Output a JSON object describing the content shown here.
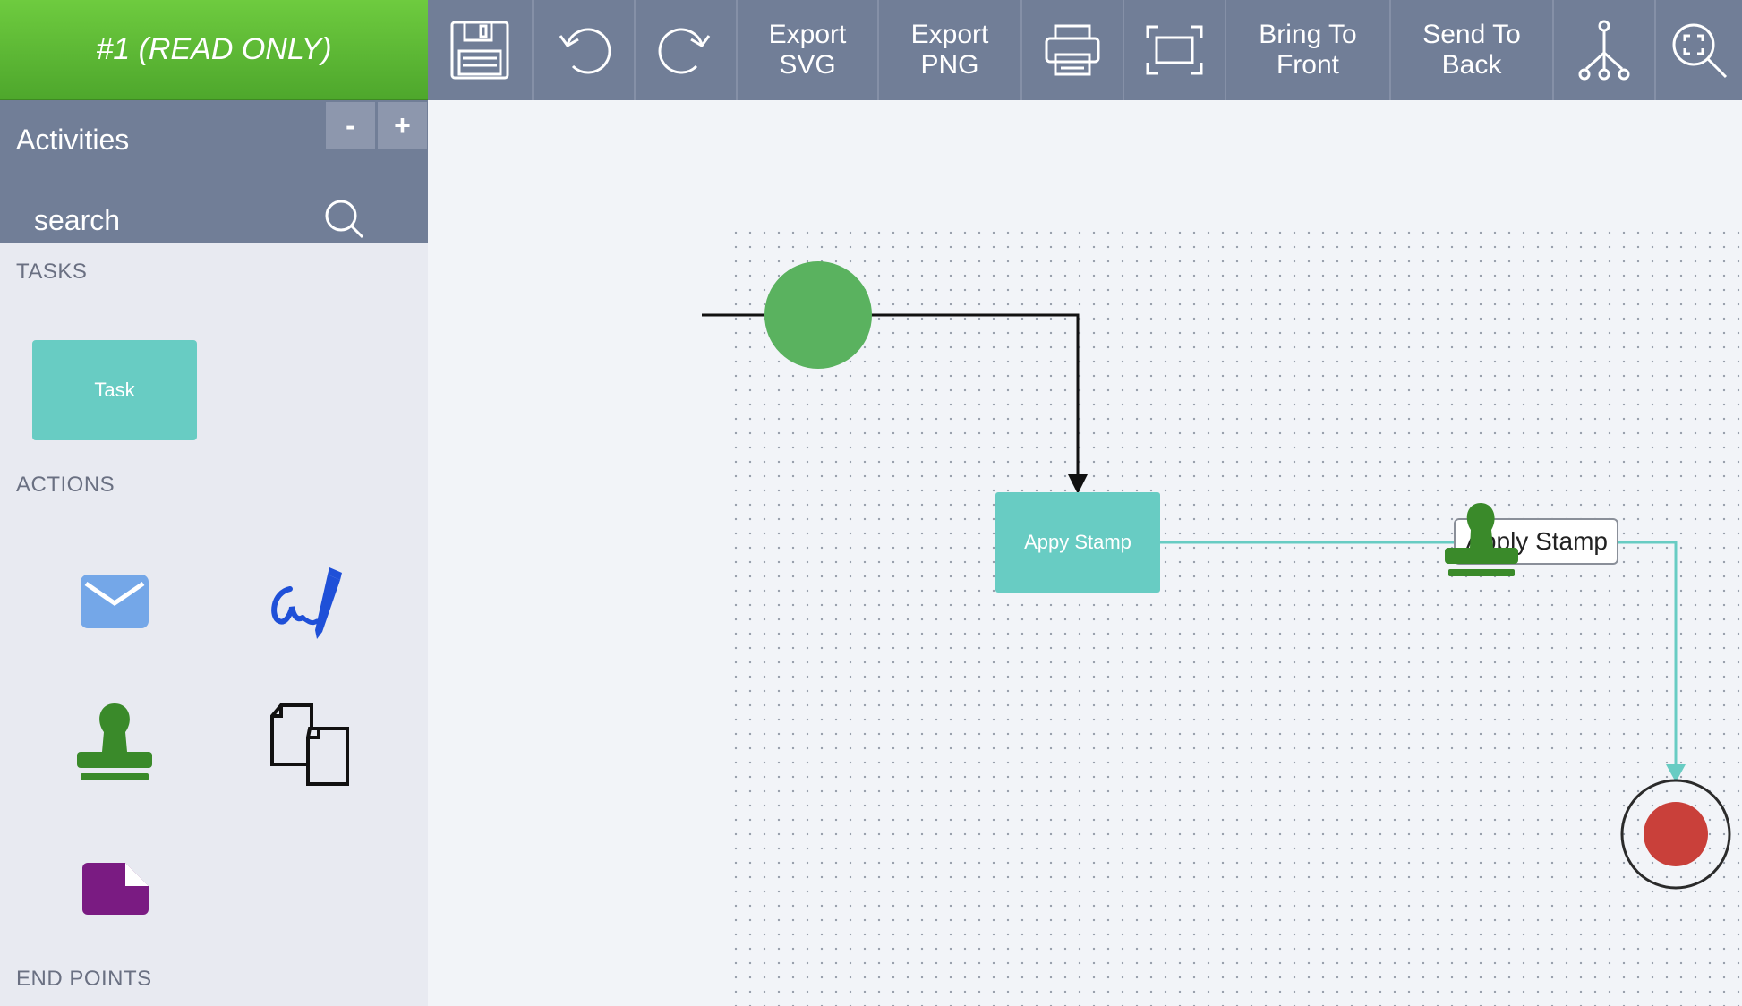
{
  "document": {
    "title": "#1 (READ ONLY)"
  },
  "toolbar": {
    "export_svg": "Export\nSVG",
    "export_png": "Export\nPNG",
    "bring_front": "Bring To\nFront",
    "send_back": "Send To\nBack"
  },
  "sidebar": {
    "title": "Activities",
    "zoom_out": "-",
    "zoom_in": "+",
    "search_placeholder": "search",
    "sections": {
      "tasks": "TASKS",
      "actions": "ACTIONS",
      "end_points": "END POINTS"
    },
    "task_tile": "Task"
  },
  "canvas": {
    "task_node_label": "Appy Stamp",
    "action_label": "Apply Stamp"
  },
  "colors": {
    "accent_green": "#5ab25f",
    "task_teal": "#68ccc3",
    "end_red": "#c9403a",
    "toolbar": "#717e97",
    "stamp_green": "#3a8a2a",
    "doc_purple": "#7a1b82",
    "mail_blue": "#74a7e8",
    "sign_blue": "#1f50d8"
  }
}
